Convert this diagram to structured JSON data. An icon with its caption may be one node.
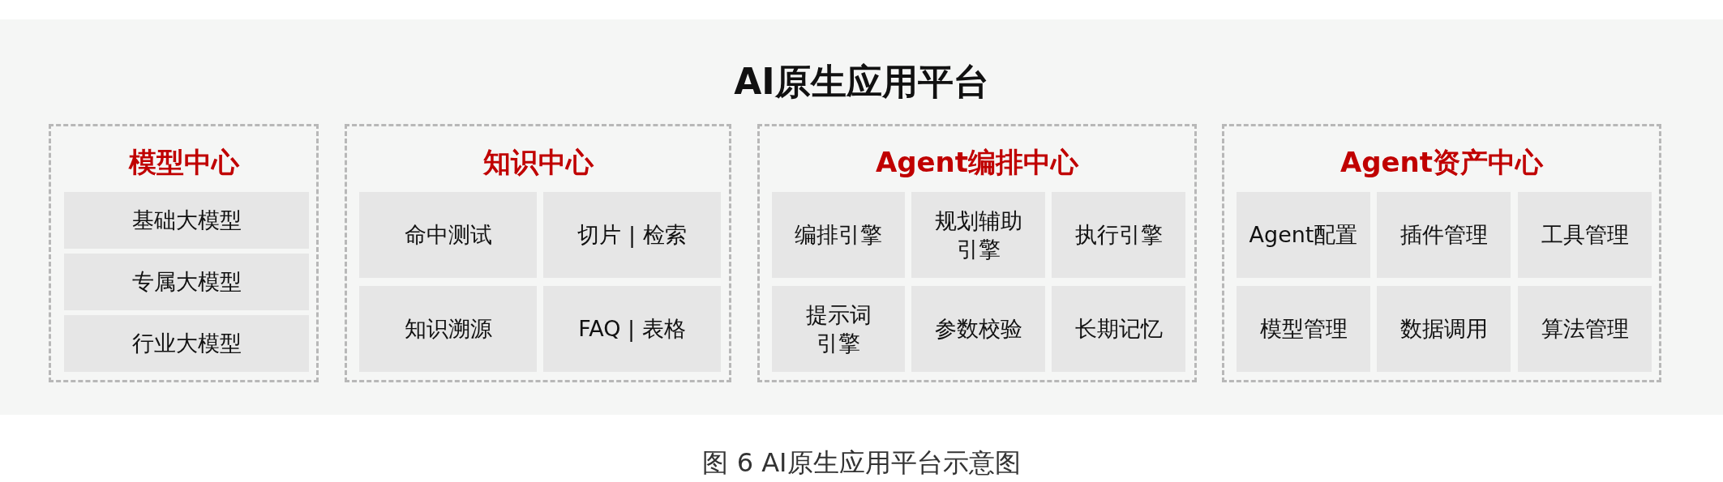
{
  "diagram": {
    "caption": "图 6 AI原生应用平台示意图",
    "nodes": [
      {
        "text": [
          "AI原生应用平台"
        ]
      },
      {
        "text": [
          "模型中心"
        ],
        "in": 0
      },
      {
        "text": [
          "基础大模型"
        ],
        "in": 1
      },
      {
        "text": [
          "专属大模型"
        ],
        "in": 1
      },
      {
        "text": [
          "行业大模型"
        ],
        "in": 1
      },
      {
        "text": [
          "知识中心"
        ],
        "in": 0
      },
      {
        "text": [
          "命中测试"
        ],
        "in": 5
      },
      {
        "text": [
          "切片 | 检索"
        ],
        "in": 5
      },
      {
        "text": [
          "知识溯源"
        ],
        "in": 5
      },
      {
        "text": [
          "FAQ | 表格"
        ],
        "in": 5
      },
      {
        "text": [
          "Agent编排中心"
        ],
        "in": 0
      },
      {
        "text": [
          "编排引擎"
        ],
        "in": 10
      },
      {
        "text": [
          "规划辅助引擎"
        ],
        "in": 10
      },
      {
        "text": [
          "执行引擎"
        ],
        "in": 10
      },
      {
        "text": [
          "提示词引擎"
        ],
        "in": 10
      },
      {
        "text": [
          "参数校验"
        ],
        "in": 10
      },
      {
        "text": [
          "长期记忆"
        ],
        "in": 10
      },
      {
        "text": [
          "Agent资产中心"
        ],
        "in": 0
      },
      {
        "text": [
          "Agent配置"
        ],
        "in": 17
      },
      {
        "text": [
          "插件管理"
        ],
        "in": 17
      },
      {
        "text": [
          "工具管理"
        ],
        "in": 17
      },
      {
        "text": [
          "模型管理"
        ],
        "in": 17
      },
      {
        "text": [
          "数据调用"
        ],
        "in": 17
      },
      {
        "text": [
          "算法管理"
        ],
        "in": 17
      }
    ]
  }
}
